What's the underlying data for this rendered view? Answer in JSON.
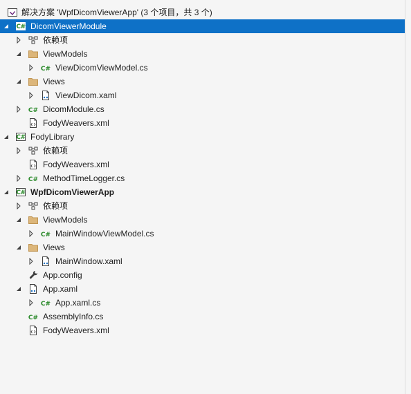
{
  "solution": {
    "title": "解决方案 'WpfDicomViewerApp' (3 个项目，共 3 个)"
  },
  "tree": [
    {
      "label": "DicomViewerModule",
      "level": 0,
      "icon": "csproj-icon",
      "expander": "expanded",
      "selected": true
    },
    {
      "label": "依赖项",
      "level": 1,
      "icon": "dependencies-icon",
      "expander": "collapsed"
    },
    {
      "label": "ViewModels",
      "level": 1,
      "icon": "folder-icon",
      "expander": "expanded"
    },
    {
      "label": "ViewDicomViewModel.cs",
      "level": 2,
      "icon": "csharp-file-icon",
      "expander": "collapsed"
    },
    {
      "label": "Views",
      "level": 1,
      "icon": "folder-icon",
      "expander": "expanded"
    },
    {
      "label": "ViewDicom.xaml",
      "level": 2,
      "icon": "xaml-file-icon",
      "expander": "collapsed"
    },
    {
      "label": "DicomModule.cs",
      "level": 1,
      "icon": "csharp-file-icon",
      "expander": "collapsed"
    },
    {
      "label": "FodyWeavers.xml",
      "level": 1,
      "icon": "xml-file-icon",
      "expander": "none"
    },
    {
      "label": "FodyLibrary",
      "level": 0,
      "icon": "csproj-icon",
      "expander": "expanded"
    },
    {
      "label": "依赖项",
      "level": 1,
      "icon": "dependencies-icon",
      "expander": "collapsed"
    },
    {
      "label": "FodyWeavers.xml",
      "level": 1,
      "icon": "xml-file-icon",
      "expander": "none"
    },
    {
      "label": "MethodTimeLogger.cs",
      "level": 1,
      "icon": "csharp-file-icon",
      "expander": "collapsed"
    },
    {
      "label": "WpfDicomViewerApp",
      "level": 0,
      "icon": "csproj-icon",
      "expander": "expanded",
      "bold": true
    },
    {
      "label": "依赖项",
      "level": 1,
      "icon": "dependencies-icon",
      "expander": "collapsed"
    },
    {
      "label": "ViewModels",
      "level": 1,
      "icon": "folder-icon",
      "expander": "expanded"
    },
    {
      "label": "MainWindowViewModel.cs",
      "level": 2,
      "icon": "csharp-file-icon",
      "expander": "collapsed"
    },
    {
      "label": "Views",
      "level": 1,
      "icon": "folder-icon",
      "expander": "expanded"
    },
    {
      "label": "MainWindow.xaml",
      "level": 2,
      "icon": "xaml-file-icon",
      "expander": "collapsed"
    },
    {
      "label": "App.config",
      "level": 1,
      "icon": "config-file-icon",
      "expander": "none"
    },
    {
      "label": "App.xaml",
      "level": 1,
      "icon": "xaml-file-icon",
      "expander": "expanded"
    },
    {
      "label": "App.xaml.cs",
      "level": 2,
      "icon": "csharp-file-icon",
      "expander": "collapsed"
    },
    {
      "label": "AssemblyInfo.cs",
      "level": 1,
      "icon": "csharp-file-icon",
      "expander": "none"
    },
    {
      "label": "FodyWeavers.xml",
      "level": 1,
      "icon": "xml-file-icon",
      "expander": "none"
    }
  ],
  "colors": {
    "selection": "#0e71c7",
    "folder": "#dcb67a",
    "csharp": "#2b8a2b",
    "project_accent": "#68217a",
    "text": "#1e1e1e"
  }
}
